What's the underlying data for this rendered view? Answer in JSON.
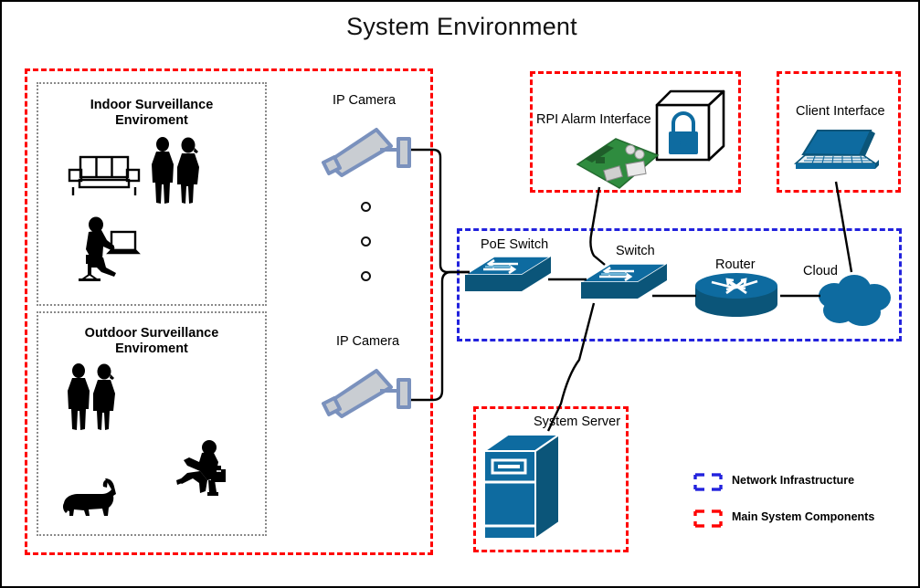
{
  "title": "System Environment",
  "zones": {
    "indoor": {
      "label": "Indoor Surveillance\nEnviroment",
      "icons": [
        "sofa-icon",
        "two-people-icon",
        "person-at-computer-icon"
      ]
    },
    "outdoor": {
      "label": "Outdoor Surveillance\nEnviroment",
      "icons": [
        "two-people-icon",
        "running-man-icon",
        "dog-icon"
      ]
    }
  },
  "nodes": {
    "camera_top": {
      "label": "IP Camera",
      "icon": "ip-camera-icon"
    },
    "camera_bottom": {
      "label": "IP Camera",
      "icon": "ip-camera-icon"
    },
    "poe_switch": {
      "label": "PoE Switch",
      "icon": "network-switch-icon"
    },
    "switch": {
      "label": "Switch",
      "icon": "network-switch-icon"
    },
    "router": {
      "label": "Router",
      "icon": "router-icon"
    },
    "cloud": {
      "label": "Cloud",
      "icon": "cloud-icon"
    },
    "rpi": {
      "label": "RPI Alarm Interface",
      "icon": "raspberry-pi-board-icon",
      "alarm_icon": "padlock-box-icon"
    },
    "client": {
      "label": "Client Interface",
      "icon": "laptop-icon"
    },
    "server": {
      "label": "System Server",
      "icon": "server-tower-icon"
    },
    "ellipsis": {
      "icon": "vertical-ellipsis-dots",
      "count": 3
    }
  },
  "legend": {
    "items": [
      {
        "label": "Network Infrastructure",
        "color": "#2222dd"
      },
      {
        "label": "Main System Components",
        "color": "#ff0000"
      }
    ]
  },
  "colors": {
    "network_group": "#2222dd",
    "system_group": "#ff0000",
    "device_blue": "#0e6ba0",
    "device_blue_dark": "#0b5579",
    "camera_body": "#c9cdd2",
    "camera_outline": "#7a91bd",
    "zone_outline": "#8a8a8a",
    "frame": "#000000"
  }
}
